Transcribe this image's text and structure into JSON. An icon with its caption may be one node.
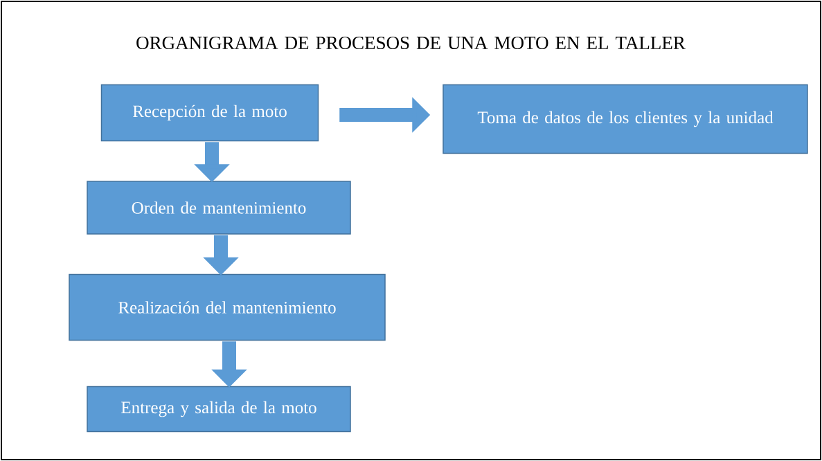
{
  "diagram": {
    "title": "ORGANIGRAMA DE PROCESOS DE UNA MOTO EN EL TALLER",
    "nodes": [
      {
        "text": [
          "Recepción de la moto"
        ]
      },
      {
        "text": [
          "Toma de datos de los clientes y la unidad"
        ]
      },
      {
        "text": [
          "Orden de mantenimiento"
        ]
      },
      {
        "text": [
          "Realización del mantenimiento"
        ]
      },
      {
        "text": [
          "Entrega y salida de la moto"
        ]
      }
    ],
    "edges": [
      {
        "from": 0,
        "to": 1,
        "arrow": "to"
      },
      {
        "from": 0,
        "to": 2,
        "arrow": "to"
      },
      {
        "from": 2,
        "to": 3,
        "arrow": "to"
      },
      {
        "from": 3,
        "to": 4,
        "arrow": "to"
      }
    ]
  }
}
